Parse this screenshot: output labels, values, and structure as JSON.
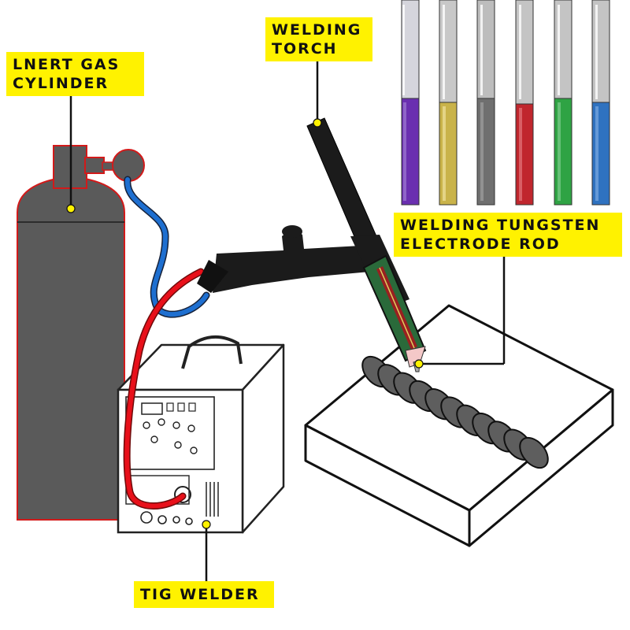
{
  "labels": {
    "gas_cylinder": {
      "line1": "LNERT GAS",
      "line2": "CYLINDER"
    },
    "welding_torch": {
      "line1": "WELDING",
      "line2": "TORCH"
    },
    "tungsten_rod": {
      "line1": "WELDING TUNGSTEN",
      "line2": "ELECTRODE ROD"
    },
    "tig_welder": {
      "line1": "TIG WELDER"
    }
  },
  "colors": {
    "label_background": "#fff200",
    "cylinder": "#5a5a5a",
    "gas_hose": "#1e6fd0",
    "power_cable": "#e8101a",
    "torch": "#1b1b1b",
    "weld_bead": "#5e5e5e",
    "rods": [
      "#6a2fb0",
      "#c9b34a",
      "#6f6f6f",
      "#c0262d",
      "#2fa344",
      "#2f72c0"
    ]
  },
  "icons": [
    "gas-cylinder",
    "regulator",
    "gas-hose",
    "power-cable",
    "tig-welder-machine",
    "welding-torch",
    "workpiece",
    "weld-bead",
    "tungsten-rods"
  ]
}
